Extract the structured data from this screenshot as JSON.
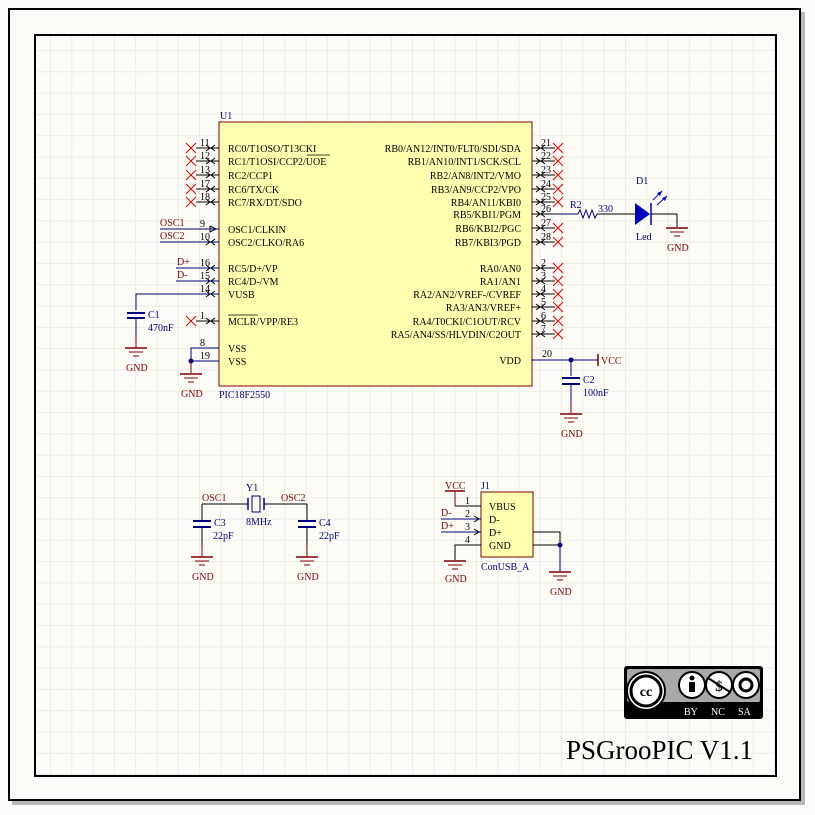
{
  "title": "PSGrooPIC V1.1",
  "license": {
    "icon": "cc-by-nc-sa-icon",
    "labels": [
      "BY",
      "NC",
      "SA"
    ],
    "cc_text": "cc"
  },
  "colors": {
    "wire": "#000080",
    "power": "#800000",
    "nc": "#e00000",
    "ic_fill": "#ffffb0",
    "ic_border": "#800000",
    "component": "#0000c0"
  },
  "u1": {
    "designator": "U1",
    "part": "PIC18F2550",
    "left_pins": [
      {
        "num": "11",
        "name": "RC0/T1OSO/T13CKI",
        "nc": true
      },
      {
        "num": "12",
        "name": "RC1/T1OSI/CCP2/UOE",
        "nc": true
      },
      {
        "num": "13",
        "name": "RC2/CCP1",
        "nc": true
      },
      {
        "num": "17",
        "name": "RC6/TX/CK",
        "nc": true
      },
      {
        "num": "18",
        "name": "RC7/RX/DT/SDO",
        "nc": true
      },
      {
        "num": "9",
        "name": "OSC1/CLKIN",
        "net": "OSC1"
      },
      {
        "num": "10",
        "name": "OSC2/CLKO/RA6",
        "net": "OSC2"
      },
      {
        "num": "16",
        "name": "RC5/D+/VP",
        "net": "D+"
      },
      {
        "num": "15",
        "name": "RC4/D-/VM",
        "net": "D-"
      },
      {
        "num": "14",
        "name": "VUSB"
      },
      {
        "num": "1",
        "name": "MCLR/VPP/RE3",
        "nc": true
      },
      {
        "num": "8",
        "name": "VSS"
      },
      {
        "num": "19",
        "name": "VSS"
      }
    ],
    "right_pins": [
      {
        "num": "21",
        "name": "RB0/AN12/INT0/FLT0/SDI/SDA",
        "nc": true
      },
      {
        "num": "22",
        "name": "RB1/AN10/INT1/SCK/SCL",
        "nc": true
      },
      {
        "num": "23",
        "name": "RB2/AN8/INT2/VMO",
        "nc": true
      },
      {
        "num": "24",
        "name": "RB3/AN9/CCP2/VPO",
        "nc": true
      },
      {
        "num": "25",
        "name": "RB4/AN11/KBI0",
        "nc": true
      },
      {
        "num": "26",
        "name": "RB5/KBI1/PGM"
      },
      {
        "num": "27",
        "name": "RB6/KBI2/PGC",
        "nc": true
      },
      {
        "num": "28",
        "name": "RB7/KBI3/PGD",
        "nc": true
      },
      {
        "num": "2",
        "name": "RA0/AN0",
        "nc": true
      },
      {
        "num": "3",
        "name": "RA1/AN1",
        "nc": true
      },
      {
        "num": "4",
        "name": "RA2/AN2/VREF-/CVREF",
        "nc": true
      },
      {
        "num": "5",
        "name": "RA3/AN3/VREF+",
        "nc": true
      },
      {
        "num": "6",
        "name": "RA4/T0CKI/C1OUT/RCV",
        "nc": true
      },
      {
        "num": "7",
        "name": "RA5/AN4/SS/HLVDIN/C2OUT",
        "nc": true
      },
      {
        "num": "20",
        "name": "VDD"
      }
    ]
  },
  "components": {
    "c1": {
      "designator": "C1",
      "value": "470nF"
    },
    "c2": {
      "designator": "C2",
      "value": "100nF"
    },
    "c3": {
      "designator": "C3",
      "value": "22pF"
    },
    "c4": {
      "designator": "C4",
      "value": "22pF"
    },
    "r2": {
      "designator": "R2",
      "value": "330"
    },
    "d1": {
      "designator": "D1",
      "value": "Led"
    },
    "y1": {
      "designator": "Y1",
      "value": "8MHz"
    },
    "j1": {
      "designator": "J1",
      "part": "ConUSB_A",
      "pins": [
        {
          "num": "1",
          "name": "VBUS",
          "net": "VCC"
        },
        {
          "num": "2",
          "name": "D-",
          "net": "D-"
        },
        {
          "num": "3",
          "name": "D+",
          "net": "D+"
        },
        {
          "num": "4",
          "name": "GND"
        }
      ]
    }
  },
  "nets": {
    "gnd": "GND",
    "vcc": "VCC",
    "osc1": "OSC1",
    "osc2": "OSC2",
    "dplus": "D+",
    "dminus": "D-"
  }
}
